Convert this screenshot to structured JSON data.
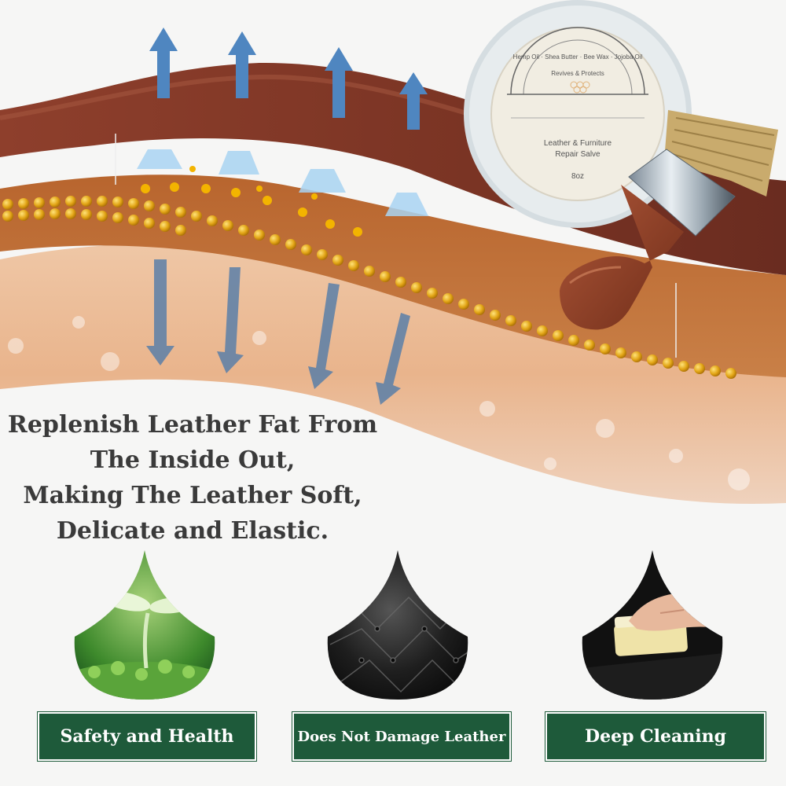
{
  "headline": {
    "lines": [
      "Replenish Leather Fat From",
      "The Inside Out,",
      "Making The Leather Soft,",
      "Delicate and Elastic."
    ]
  },
  "product": {
    "arc_text": "Hemp Oil · Shea Butter · Bee Wax · Jojoba Oil",
    "tagline": "Revives & Protects",
    "name_line1": "Leather & Furniture",
    "name_line2": "Repair Salve",
    "size": "8oz"
  },
  "features": [
    {
      "label": "Safety and Health",
      "icon": "sprout-icon"
    },
    {
      "label": "Does Not Damage Leather",
      "icon": "tufted-leather-icon"
    },
    {
      "label": "Deep Cleaning",
      "icon": "sponge-cleaning-icon"
    }
  ],
  "colors": {
    "badge_green": "#1e5a3a",
    "headline_text": "#3a3a3a",
    "arrow_blue": "#4f86c0",
    "oil_bead": "#e0a514"
  }
}
